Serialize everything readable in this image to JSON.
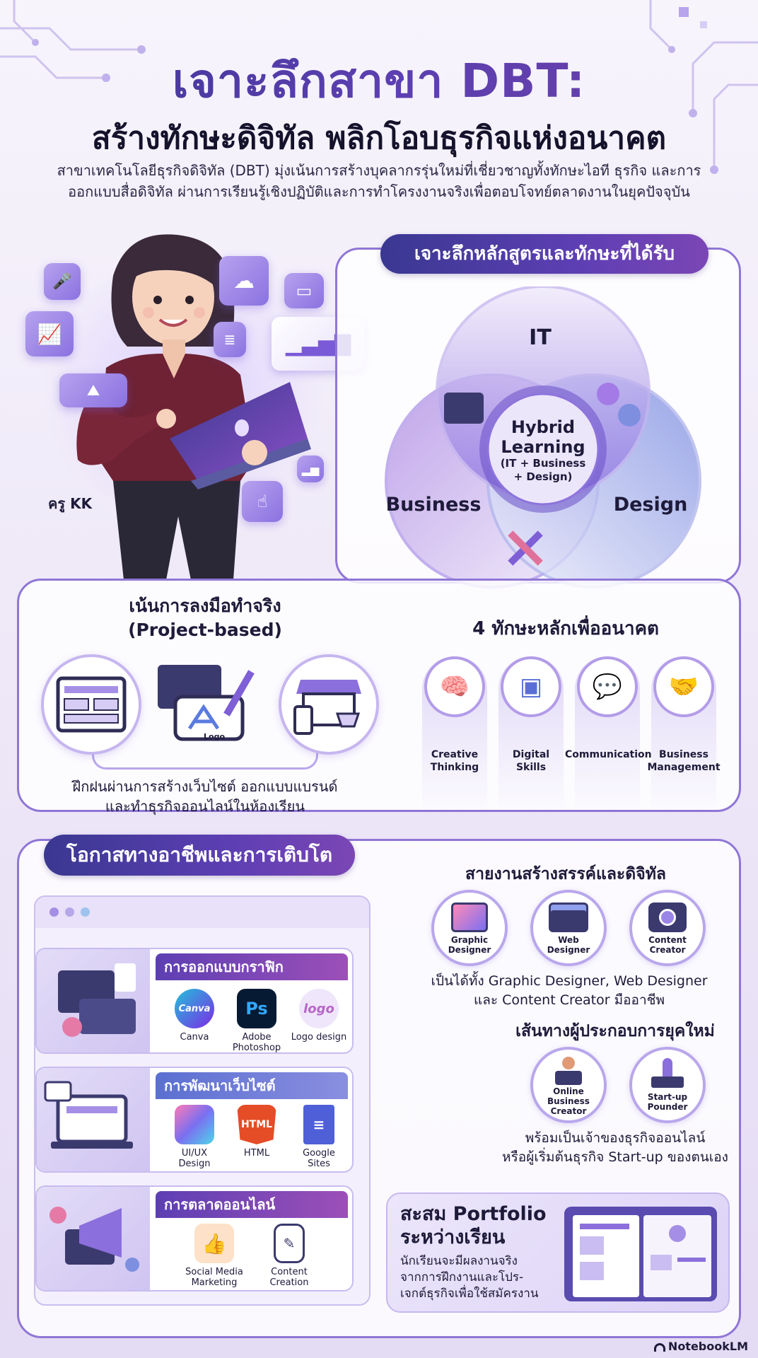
{
  "header": {
    "title_line1": "เจาะลึกสาขา DBT:",
    "title_line2": "สร้างทักษะดิจิทัล พลิกโอบธุรกิจแห่งอนาคต",
    "intro_line1": "สาขาเทคโนโลยีธุรกิจดิจิทัล (DBT) มุ่งเน้นการสร้างบุคลากรรุ่นใหม่ที่เชี่ยวชาญทั้งทักษะไอที ธุรกิจ และการ",
    "intro_line2": "ออกแบบสื่อดิจิทัล ผ่านการเรียนรู้เชิงปฏิบัติและการทำโครงงานจริงเพื่อตอบโจทย์ตลาดงานในยุคปัจจุบัน"
  },
  "teacher": {
    "name": "ครู KK"
  },
  "curriculum": {
    "pill": "เจาะลึกหลักสูตรและทักษะที่ได้รับ",
    "venn": {
      "it": "IT",
      "business": "Business",
      "design": "Design",
      "center_line1": "Hybrid",
      "center_line2": "Learning",
      "center_line3": "(IT + Business",
      "center_line4": "+ Design)"
    }
  },
  "project": {
    "title_line1": "เน้นการลงมือทำจริง",
    "title_line2": "(Project-based)",
    "logo_text": "Logo",
    "desc_line1": "ฝึกฝนผ่านการสร้างเว็บไซต์ ออกแบบแบรนด์",
    "desc_line2": "และทำธุรกิจออนไลน์ในห้องเรียน"
  },
  "skills": {
    "title": "4 ทักษะหลักเพื่ออนาคต",
    "items": [
      {
        "line1": "Creative",
        "line2": "Thinking"
      },
      {
        "line1": "Digital",
        "line2": "Skills"
      },
      {
        "line1": "Communication",
        "line2": ""
      },
      {
        "line1": "Business",
        "line2": "Management"
      }
    ]
  },
  "career": {
    "pill": "โอกาสทางอาชีพและการเติบโต",
    "categories": [
      {
        "title": "การออกแบบกราฟิก",
        "tools": [
          {
            "icon": "Canva",
            "line1": "Canva",
            "line2": ""
          },
          {
            "icon": "Ps",
            "line1": "Adobe",
            "line2": "Photoshop"
          },
          {
            "icon": "logo",
            "line1": "Logo design",
            "line2": ""
          }
        ]
      },
      {
        "title": "การพัฒนาเว็บไซต์",
        "tools": [
          {
            "icon": "",
            "line1": "UI/UX",
            "line2": "Design"
          },
          {
            "icon": "HTML",
            "line1": "HTML",
            "line2": ""
          },
          {
            "icon": "",
            "line1": "Google",
            "line2": "Sites"
          }
        ]
      },
      {
        "title": "การตลาดออนไลน์",
        "tools": [
          {
            "icon": "",
            "line1": "Social Media",
            "line2": "Marketing"
          },
          {
            "icon": "",
            "line1": "Content",
            "line2": "Creation"
          }
        ]
      }
    ],
    "creative_title": "สายงานสร้างสรรค์และดิจิทัล",
    "creative_jobs": [
      {
        "line1": "Graphic",
        "line2": "Designer"
      },
      {
        "line1": "Web",
        "line2": "Designer"
      },
      {
        "line1": "Content",
        "line2": "Creator"
      }
    ],
    "creative_desc_line1": "เป็นได้ทั้ง Graphic Designer, Web Designer",
    "creative_desc_line2": "และ Content Creator มืออาชีพ",
    "entre_title": "เส้นทางผู้ประกอบการยุคใหม่",
    "entre_jobs": [
      {
        "line1": "Online",
        "line2": "Business",
        "line3": "Creator"
      },
      {
        "line1": "Start-up",
        "line2": "Pounder",
        "line3": ""
      }
    ],
    "entre_desc_line1": "พร้อมเป็นเจ้าของธุรกิจออนไลน์",
    "entre_desc_line2": "หรือผู้เริ่มต้นธุรกิจ Start-up ของตนเอง",
    "portfolio_title_line1": "สะสม Portfolio",
    "portfolio_title_line2": "ระหว่างเรียน",
    "portfolio_desc_line1": "นักเรียนจะมีผลงานจริง",
    "portfolio_desc_line2": "จากการฝึกงานและโปร-",
    "portfolio_desc_line3": "เจกต์ธุรกิจเพื่อใช้สมัครงาน"
  },
  "footer": {
    "brand": "NotebookLM"
  },
  "colors": {
    "primary": "#3d3593",
    "accent": "#7b46b5",
    "panel_border": "#8f76d6",
    "pink_bar": "#9c4fb8",
    "blue_bar": "#6f7fd6"
  }
}
